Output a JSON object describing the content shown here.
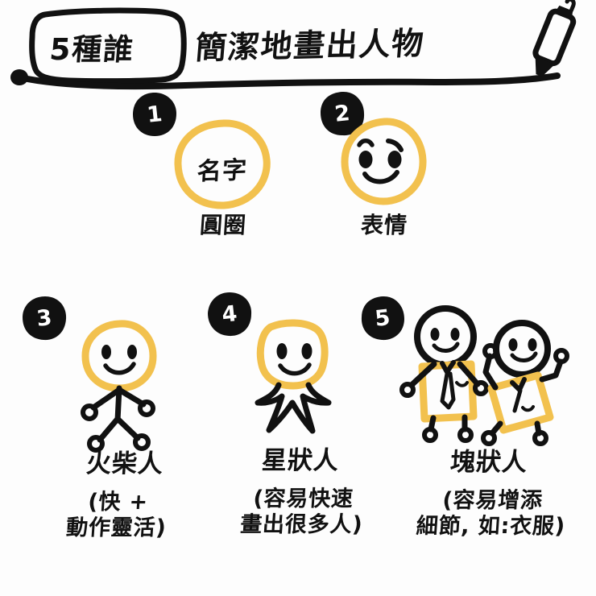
{
  "page": {
    "title_boxed": "5種誰",
    "headline": "簡潔地畫出人物",
    "background_color": "#fdfdfd",
    "ink_color": "#111111",
    "accent_color": "#F2C14E"
  },
  "icons": {
    "marker": "marker-pen-icon",
    "underline": "underline-stroke"
  },
  "items": [
    {
      "number": "1",
      "drawing": "circle-with-name",
      "inner_text": "名字",
      "label": "圓圈",
      "note": ""
    },
    {
      "number": "2",
      "drawing": "face-with-expression",
      "inner_text": "",
      "label": "表情",
      "note": ""
    },
    {
      "number": "3",
      "drawing": "stick-figure",
      "inner_text": "",
      "label": "火柴人",
      "note": "(快 +\n動作靈活)"
    },
    {
      "number": "4",
      "drawing": "star-figure",
      "inner_text": "",
      "label": "星狀人",
      "note": "(容易快速\n畫出很多人)"
    },
    {
      "number": "5",
      "drawing": "block-figures",
      "inner_text": "",
      "label": "塊狀人",
      "note": "(容易增添\n細節, 如:衣服)"
    }
  ]
}
